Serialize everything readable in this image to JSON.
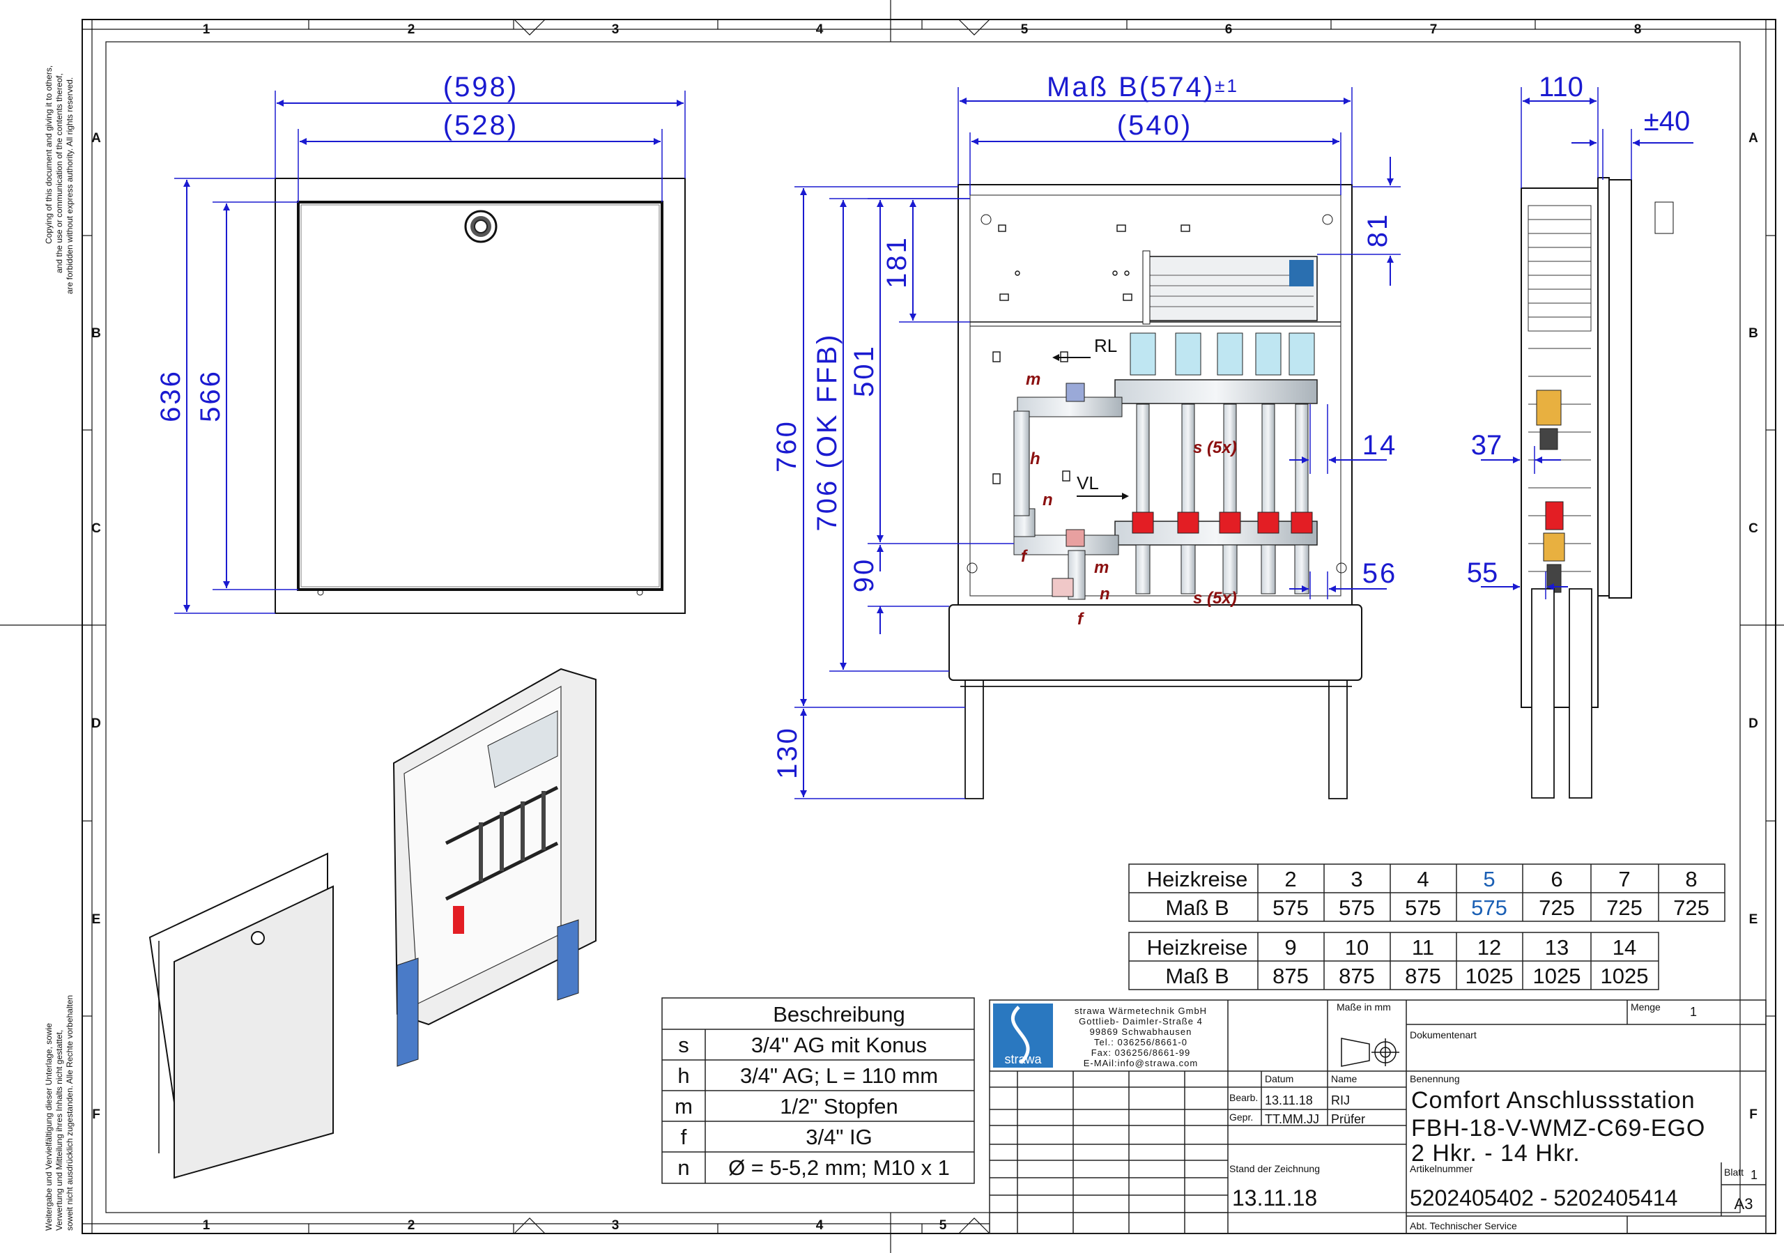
{
  "frame": {
    "cols": [
      "1",
      "2",
      "3",
      "4",
      "5",
      "6",
      "7",
      "8"
    ],
    "rows": [
      "A",
      "B",
      "C",
      "D",
      "E",
      "F"
    ],
    "copyright_top": [
      "Copying of this document and giving it to others,",
      "and the use or communication of the contents thereof,",
      "are forbidden without express authority. All rights reserved."
    ],
    "copyright_bottom": [
      "Weitergabe und Vervielfältigung dieser Unterlage, sowie",
      "Verwertung und Mitteilung ihres Inhalts nicht gestattet,",
      "soweit nicht ausdrücklich zugestanden. Alle Rechte vorbehalten"
    ]
  },
  "front_view": {
    "dim_outer_w": "(598)",
    "dim_inner_w": "(528)",
    "dim_outer_h": "636",
    "dim_inner_h": "566"
  },
  "main_view": {
    "dim_width": "Maß B(574)",
    "dim_tol": "±1",
    "dim_inner": "(540)",
    "dim_760": "760",
    "dim_706": "706 (OK FFB)",
    "dim_501": "501",
    "dim_181": "181",
    "dim_90": "90",
    "dim_130": "130",
    "dim_81": "81",
    "dim_14": "14",
    "dim_56": "56",
    "lbl_rl": "RL",
    "lbl_vl": "VL",
    "lbl_m": "m",
    "lbl_h": "h",
    "lbl_n": "n",
    "lbl_f": "f",
    "lbl_s5": "s (5x)"
  },
  "side_view": {
    "dim_110": "110",
    "dim_40": "±40",
    "dim_37": "37",
    "dim_55": "55"
  },
  "heizkreise_table": {
    "row1_label": "Heizkreise",
    "row1": [
      "2",
      "3",
      "4",
      "5",
      "6",
      "7",
      "8"
    ],
    "row2_label": "Maß B",
    "row2": [
      "575",
      "575",
      "575",
      "575",
      "725",
      "725",
      "725"
    ],
    "row3_label": "Heizkreise",
    "row3": [
      "9",
      "10",
      "11",
      "12",
      "13",
      "14"
    ],
    "row4_label": "Maß B",
    "row4": [
      "875",
      "875",
      "875",
      "1025",
      "1025",
      "1025"
    ],
    "highlight_color": "#1a5fb4"
  },
  "beschreibung": {
    "title": "Beschreibung",
    "rows": [
      {
        "k": "s",
        "v": "3/4\" AG mit Konus"
      },
      {
        "k": "h",
        "v": "3/4\" AG; L = 110 mm"
      },
      {
        "k": "m",
        "v": "1/2\" Stopfen"
      },
      {
        "k": "f",
        "v": "3/4\" IG"
      },
      {
        "k": "n",
        "v": "Ø = 5-5,2 mm; M10 x 1"
      }
    ]
  },
  "title_block": {
    "company": [
      "strawa Wärmetechnik GmbH",
      "Gottlieb- Daimler-Straße 4",
      "99869 Schwabhausen",
      "Tel.: 036256/8661-0",
      "Fax: 036256/8661-99",
      "E-MAil:info@strawa.com"
    ],
    "logo_text": "strawa",
    "masse": "Maße in mm",
    "menge_label": "Menge",
    "menge": "1",
    "dokumentenart": "Dokumentenart",
    "datum": "Datum",
    "name": "Name",
    "bearb": "Bearb.",
    "bearb_date": "13.11.18",
    "bearb_name": "RIJ",
    "gepr": "Gepr.",
    "gepr_date": "TT.MM.JJ",
    "gepr_name": "Prüfer",
    "benennung": "Benennung",
    "title1": "Comfort Anschlussstation",
    "title2": "FBH-18-V-WMZ-C69-EGO",
    "title3": "2 Hkr. - 14 Hkr.",
    "artikel_label": "Artikelnummer",
    "artikel": "5202405402 - 5202405414",
    "stand_label": "Stand der Zeichnung",
    "stand": "13.11.18",
    "blatt_label": "Blatt",
    "blatt": "1",
    "format": "A3",
    "abt": "Abt. Technischer Service"
  }
}
